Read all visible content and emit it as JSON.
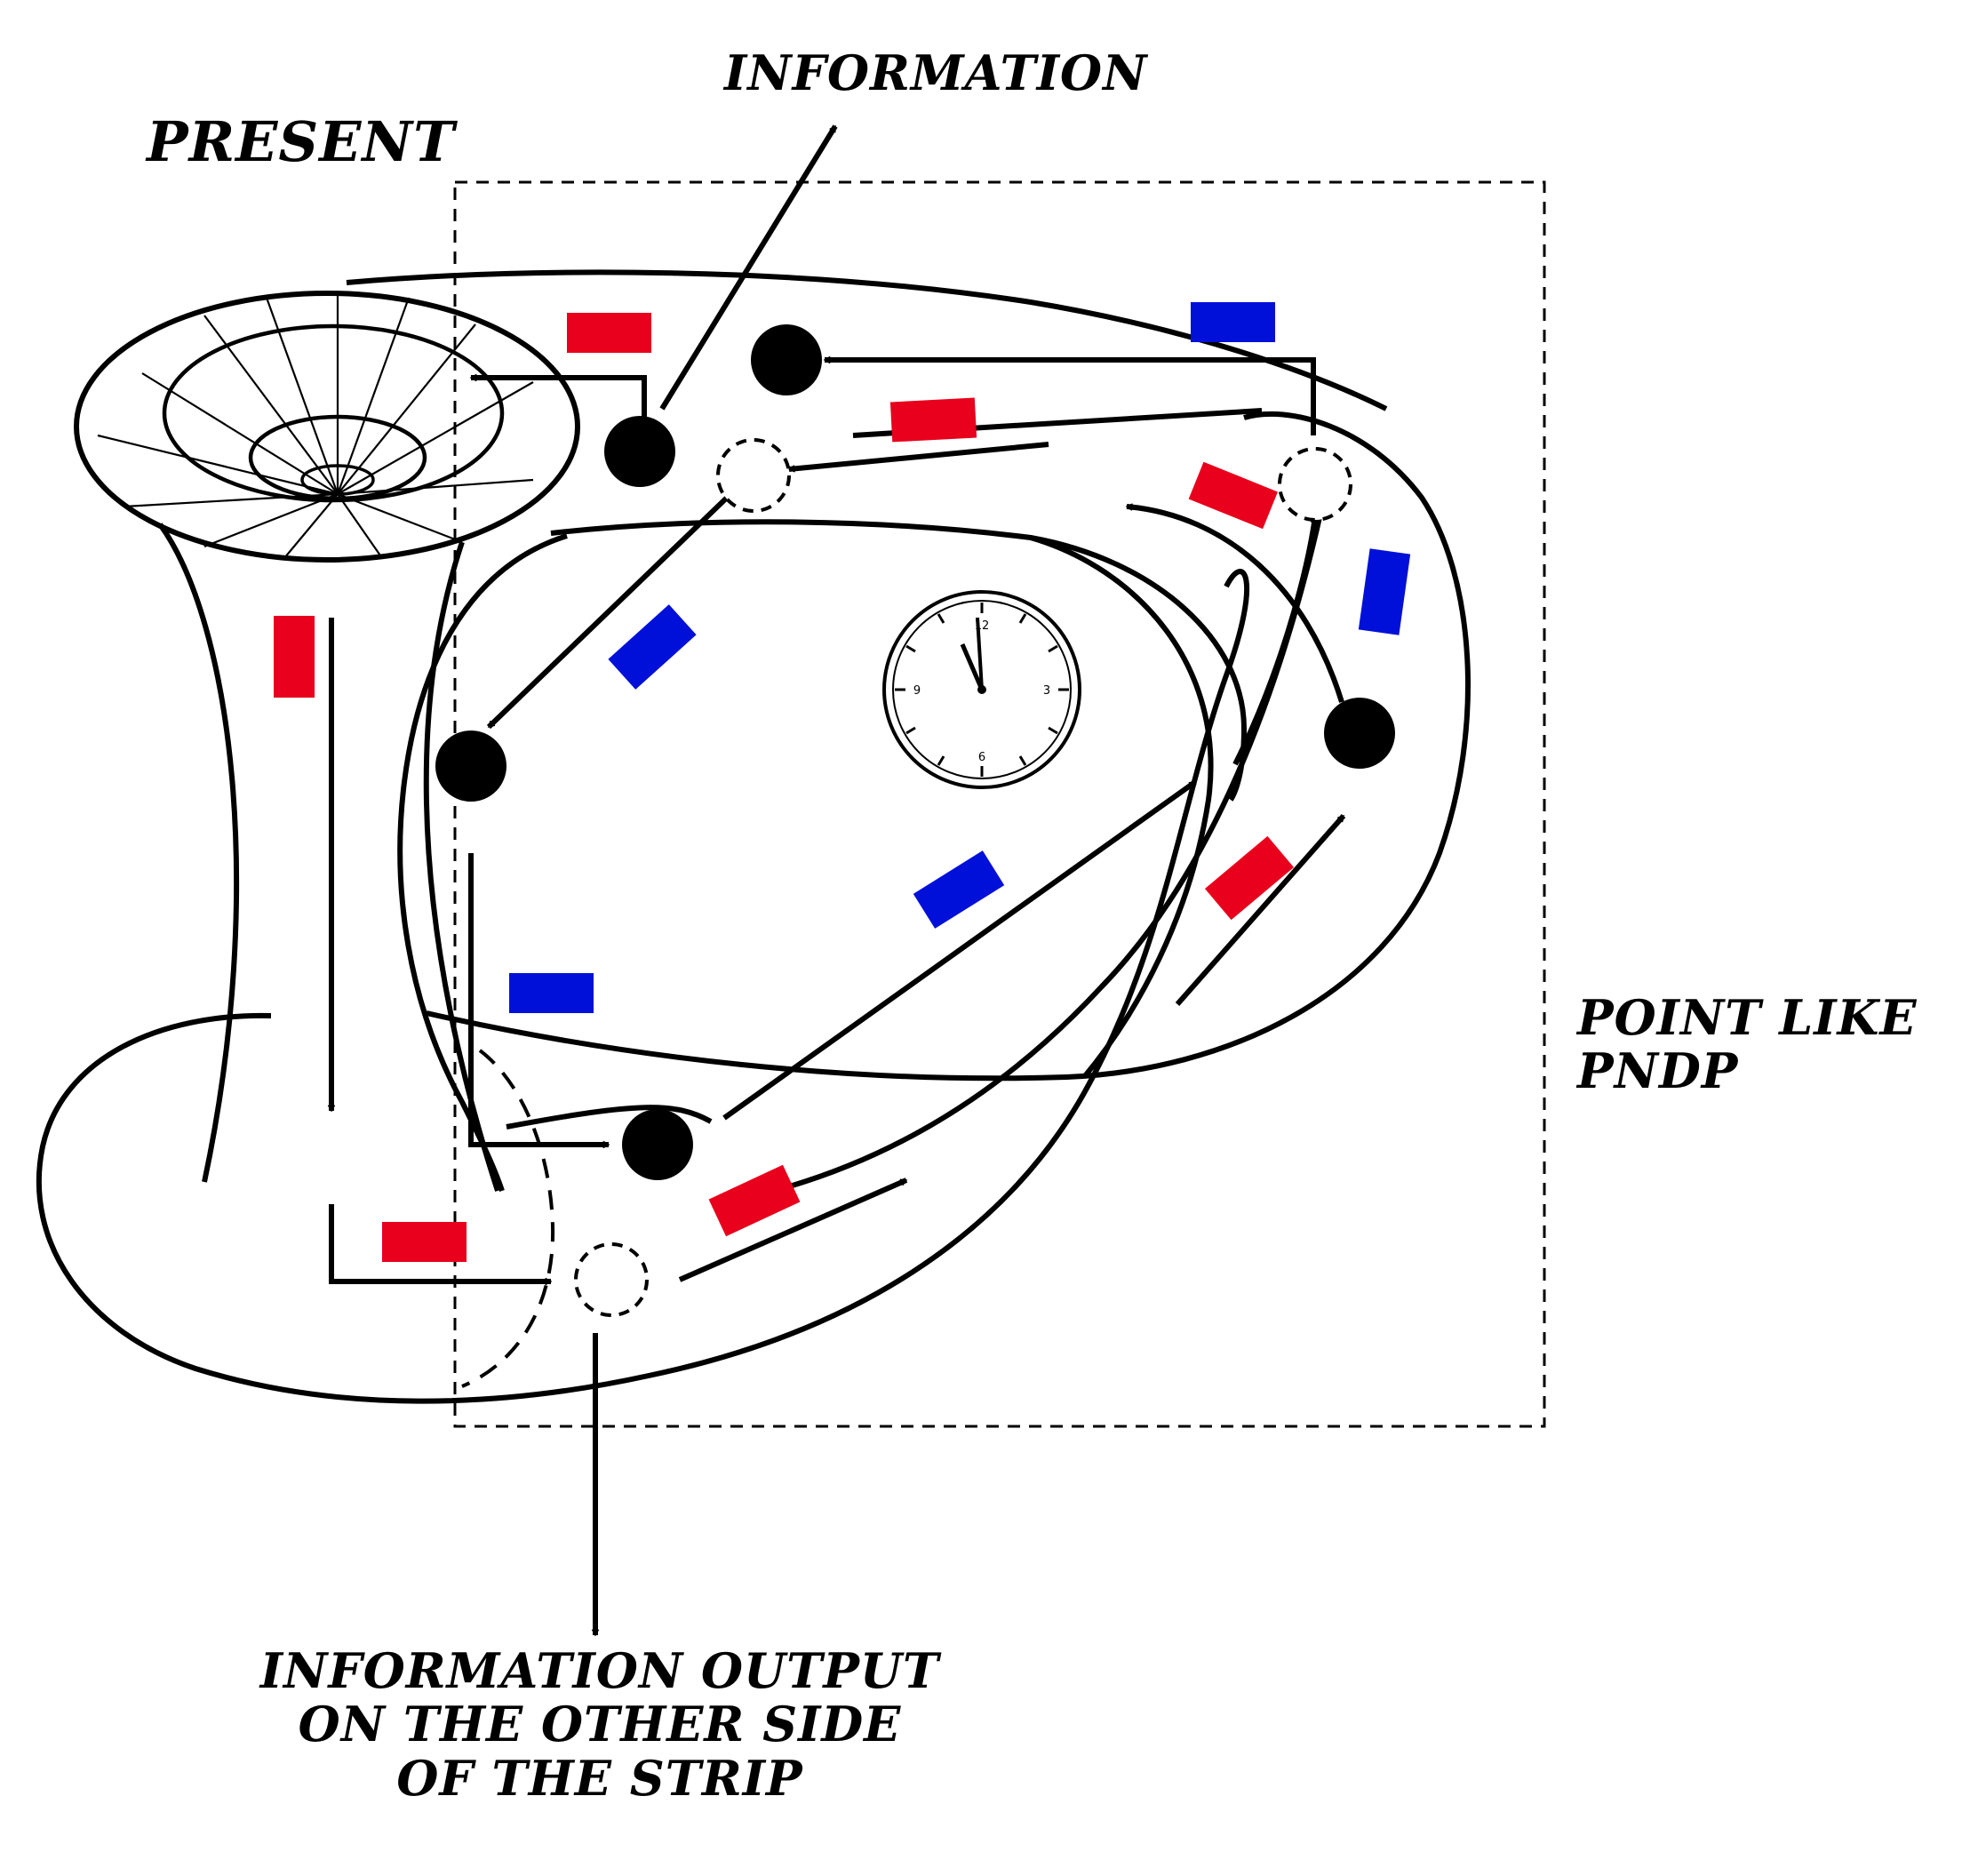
{
  "labels": {
    "information": "INFORMATION",
    "present": "PRESENT",
    "point_like": [
      "POINT LIKE",
      "PNDP"
    ],
    "output": [
      "INFORMATION OUTPUT",
      "ON THE OTHER SIDE",
      "OF THE STRIP"
    ]
  },
  "colors": {
    "stroke": "#000000",
    "red_marker": "#e8001c",
    "blue_marker": "#0010d8",
    "background": "#ffffff"
  },
  "clock": {
    "numerals": [
      "12",
      "3",
      "6",
      "9"
    ]
  }
}
